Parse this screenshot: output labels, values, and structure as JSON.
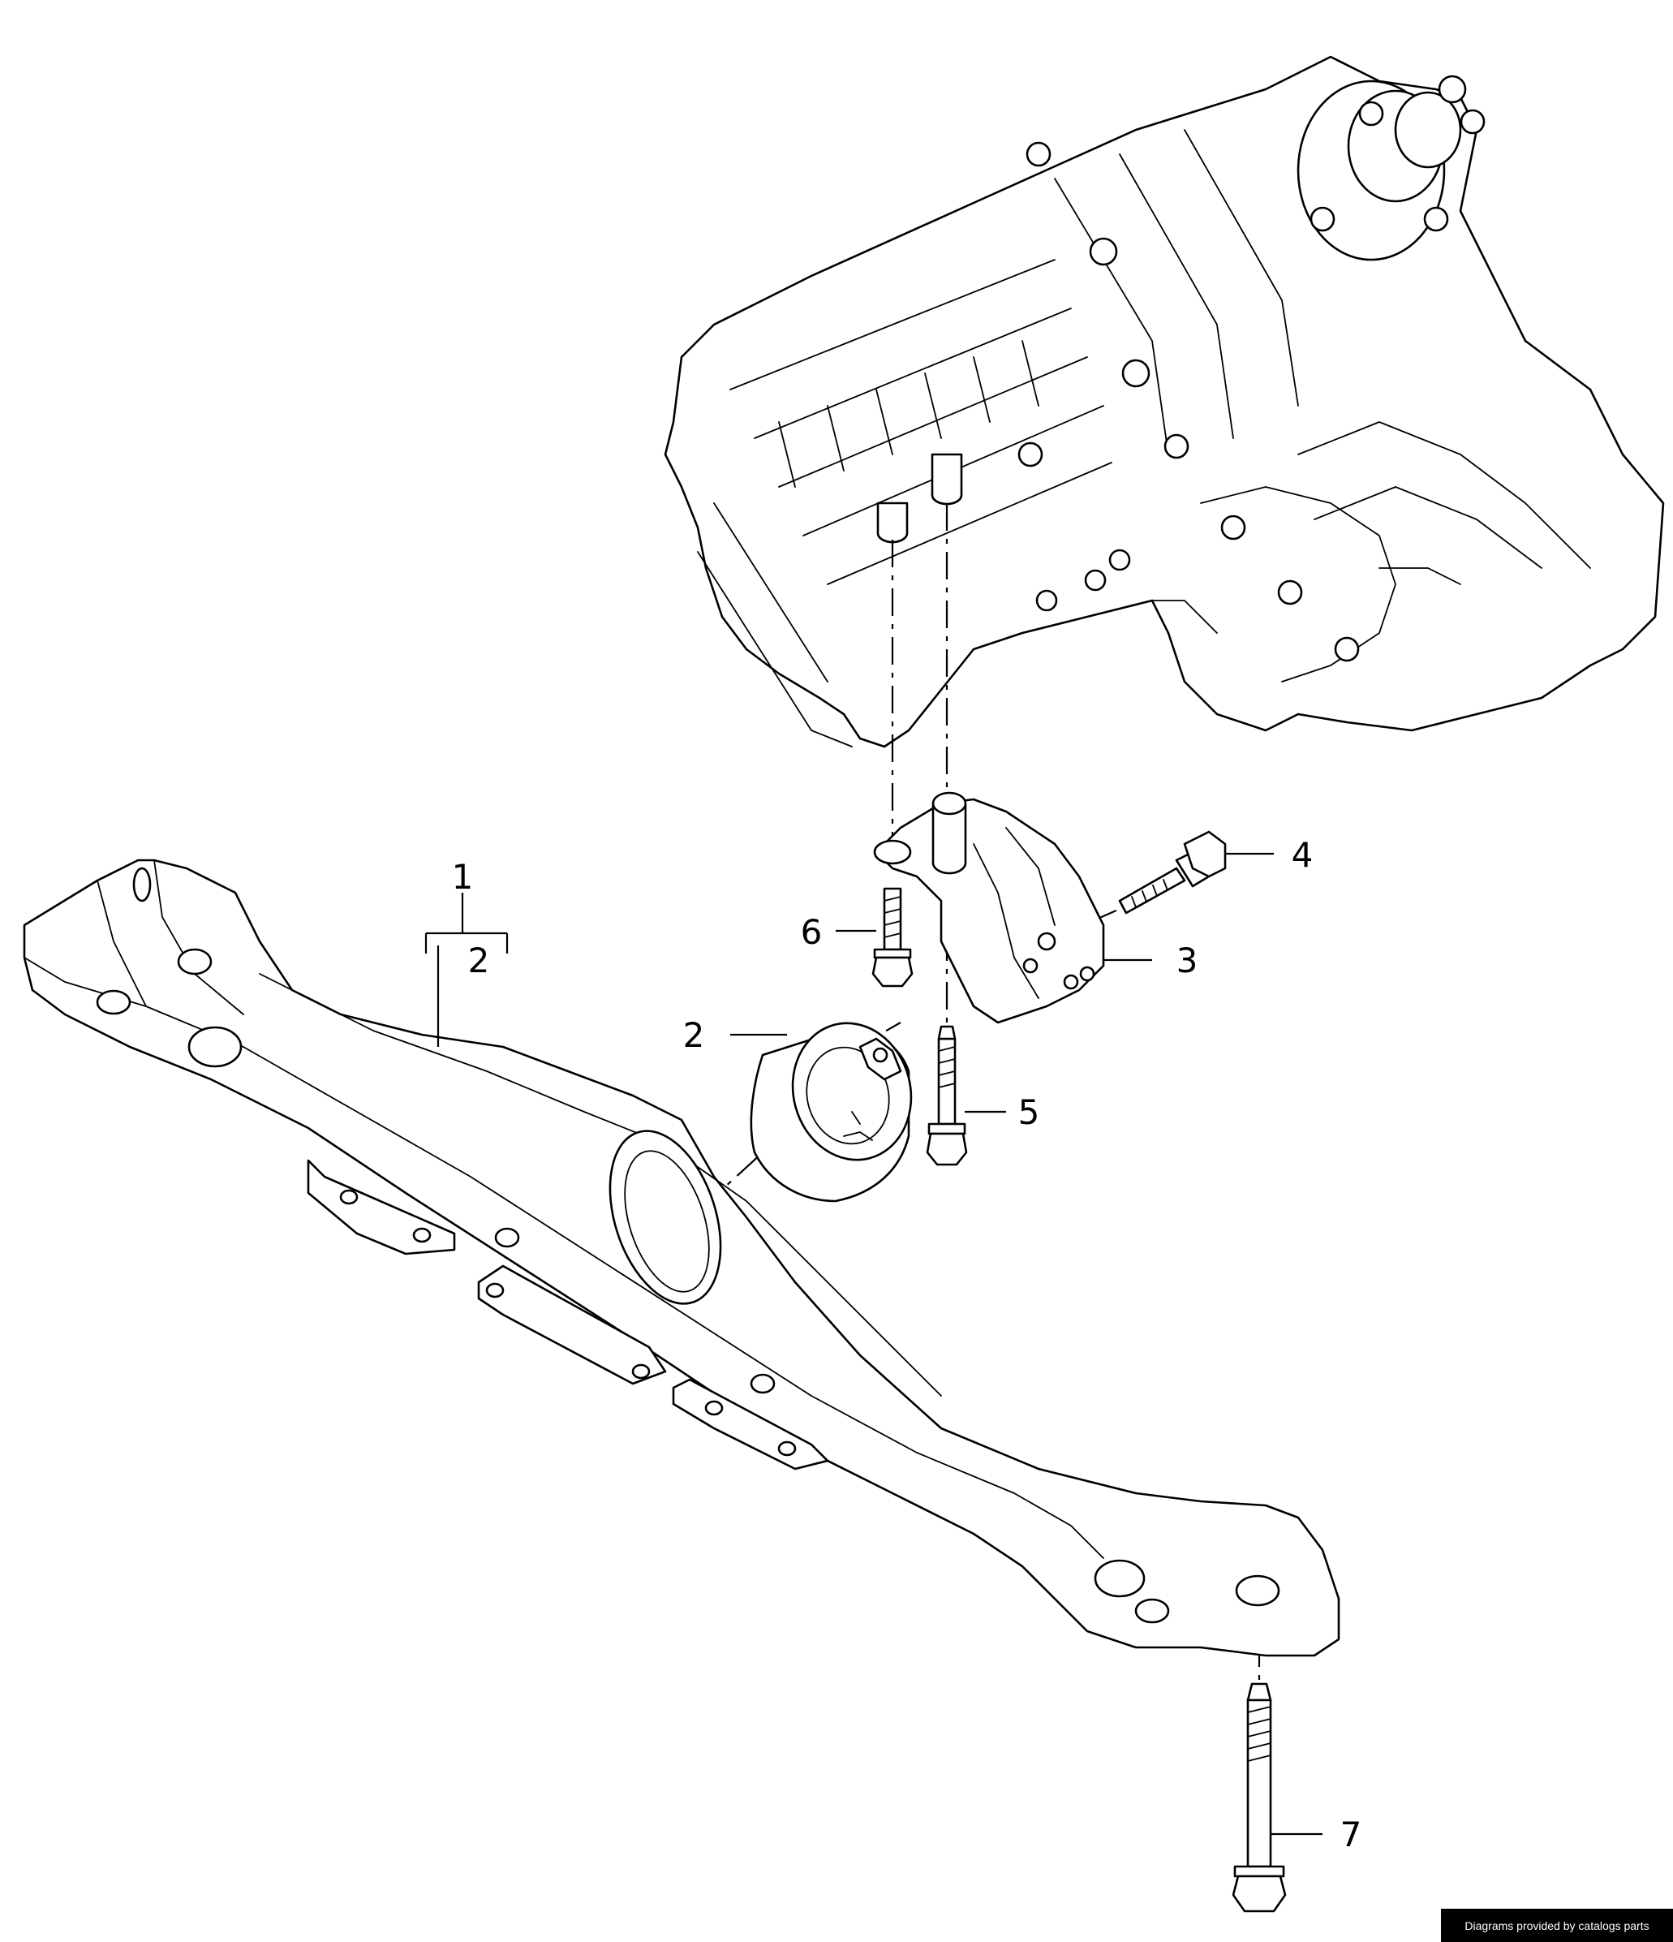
{
  "callouts": [
    {
      "id": "1",
      "text": "1"
    },
    {
      "id": "2a",
      "text": "2"
    },
    {
      "id": "2b",
      "text": "2"
    },
    {
      "id": "3",
      "text": "3"
    },
    {
      "id": "4",
      "text": "4"
    },
    {
      "id": "5",
      "text": "5"
    },
    {
      "id": "6",
      "text": "6"
    },
    {
      "id": "7",
      "text": "7"
    }
  ],
  "credit": "Diagrams provided by catalogs parts",
  "colors": {
    "line": "#000000",
    "background": "#ffffff",
    "credit_bar": "#000000",
    "credit_text": "#ffffff"
  }
}
